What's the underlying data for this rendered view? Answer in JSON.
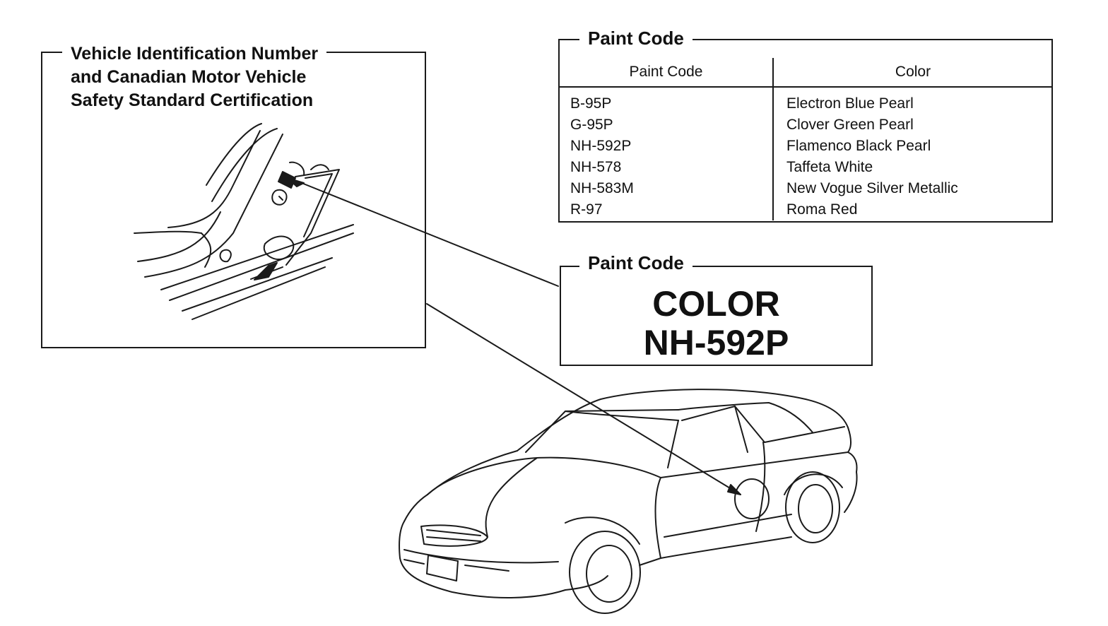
{
  "vin_box": {
    "title_lines": [
      "Vehicle Identification Number",
      "and Canadian Motor Vehicle",
      "Safety Standard Certification"
    ]
  },
  "paint_code_table": {
    "title": "Paint Code",
    "headers": [
      "Paint Code",
      "Color"
    ],
    "rows": [
      {
        "code": "B-95P",
        "color": "Electron Blue Pearl"
      },
      {
        "code": "G-95P",
        "color": "Clover Green Pearl"
      },
      {
        "code": "NH-592P",
        "color": "Flamenco Black Pearl"
      },
      {
        "code": "NH-578",
        "color": "Taffeta White"
      },
      {
        "code": "NH-583M",
        "color": "New Vogue Silver Metallic"
      },
      {
        "code": "R-97",
        "color": "Roma Red"
      }
    ]
  },
  "paint_code_label": {
    "title": "Paint Code",
    "line1": "COLOR",
    "line2": "NH-592P"
  },
  "colors": {
    "line": "#1a1a1a",
    "background": "#ffffff"
  }
}
